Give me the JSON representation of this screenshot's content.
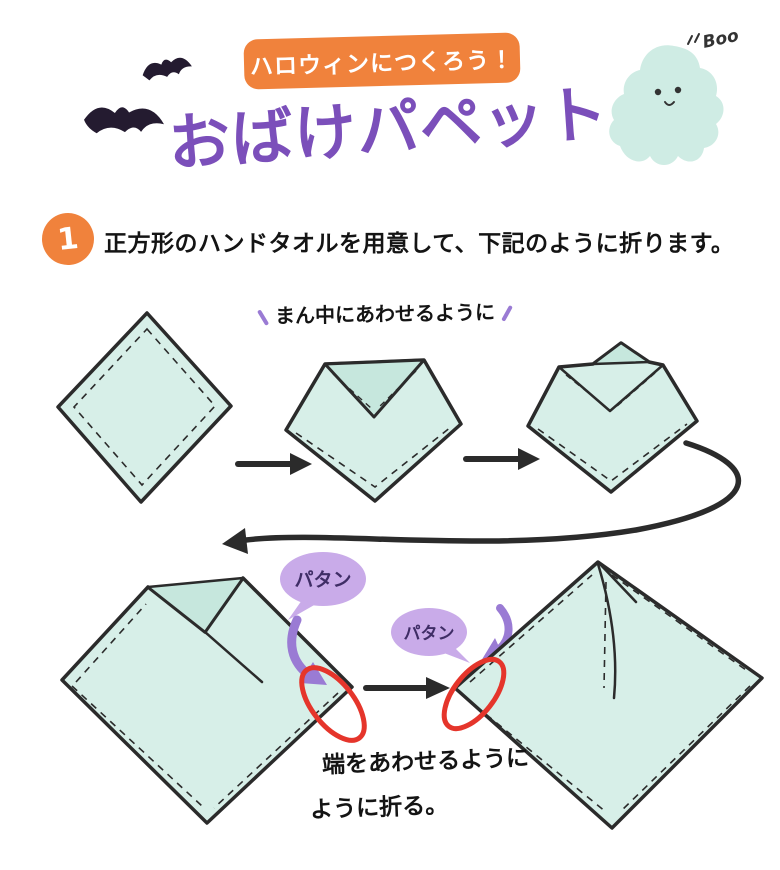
{
  "header": {
    "banner_label": "ハロウィンにつくろう！",
    "title": "おばけパペット",
    "ghost_exclaim": "Boo"
  },
  "step1": {
    "number": "1",
    "instruction": "正方形のハンドタオルを用意して、下記のように折ります。"
  },
  "notes": {
    "center_align_note": "まん中にあわせるように",
    "fold_sound_1": "パタン",
    "fold_sound_2": "パタン",
    "edge_align_note_line1": "端をあわせるように",
    "edge_align_note_line2": "ように折る。"
  },
  "colors": {
    "banner_orange": "#f0823c",
    "title_purple": "#7b4fba",
    "towel_mint": "#d7efe8",
    "towel_shade": "#c6e7dd",
    "outline_dark": "#2b2b2b",
    "bubble_purple": "#c9abe9",
    "bubble_text": "#3f2d66",
    "arrow_purple": "#9a7bd4",
    "highlight_red": "#e5352b",
    "bat_dark": "#241b30",
    "ghost_mint": "#cfece4"
  }
}
